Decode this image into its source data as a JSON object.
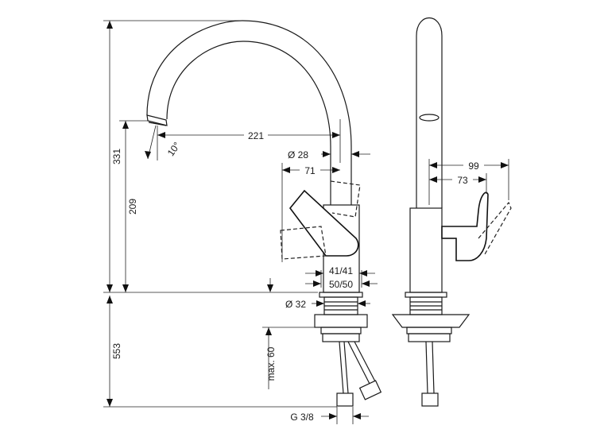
{
  "dimensions": {
    "total_height": "331",
    "spout_height": "209",
    "below_counter": "553",
    "spout_reach": "221",
    "swivel_angle": "10°",
    "spout_diameter": "Ø 28",
    "handle_offset": "71",
    "body_width": "41/41",
    "base_width": "50/50",
    "base_diameter": "Ø 32",
    "counter_thickness": "max. 60",
    "connection_thread": "G 3/8",
    "side_depth_outer": "99",
    "side_depth_inner": "73"
  }
}
